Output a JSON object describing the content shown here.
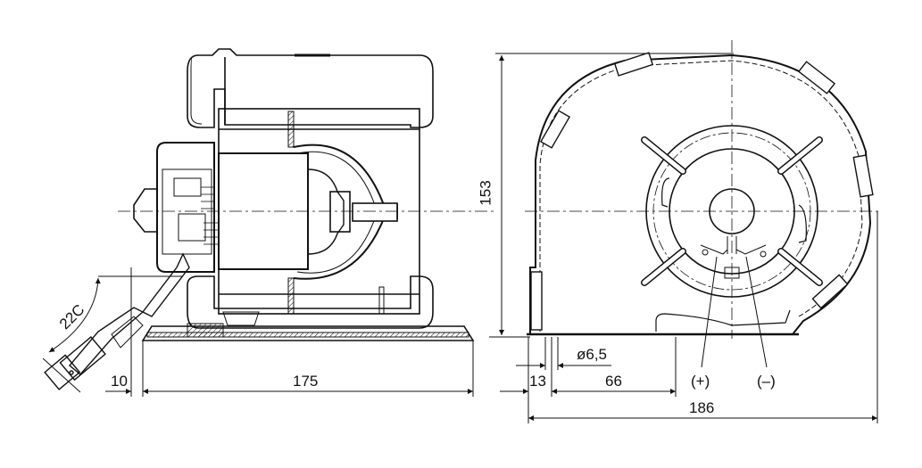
{
  "drawing": {
    "type": "technical-drawing",
    "subject": "centrifugal blower with motor",
    "views": [
      {
        "name": "side-section-view",
        "description": "sectional side view of motor and housing"
      },
      {
        "name": "front-view",
        "description": "front view of scroll housing with impeller"
      }
    ],
    "dimensions": {
      "cable_length": "22C",
      "connector_offset": "10",
      "side_width": "175",
      "height": "153",
      "hole_offset": "13",
      "hole_diameter": "ø6,5",
      "hole_spacing": "66",
      "total_width": "186"
    },
    "terminals": {
      "positive": "(+)",
      "negative": "(–)"
    },
    "colors": {
      "line": "#111111",
      "background": "#ffffff"
    }
  }
}
